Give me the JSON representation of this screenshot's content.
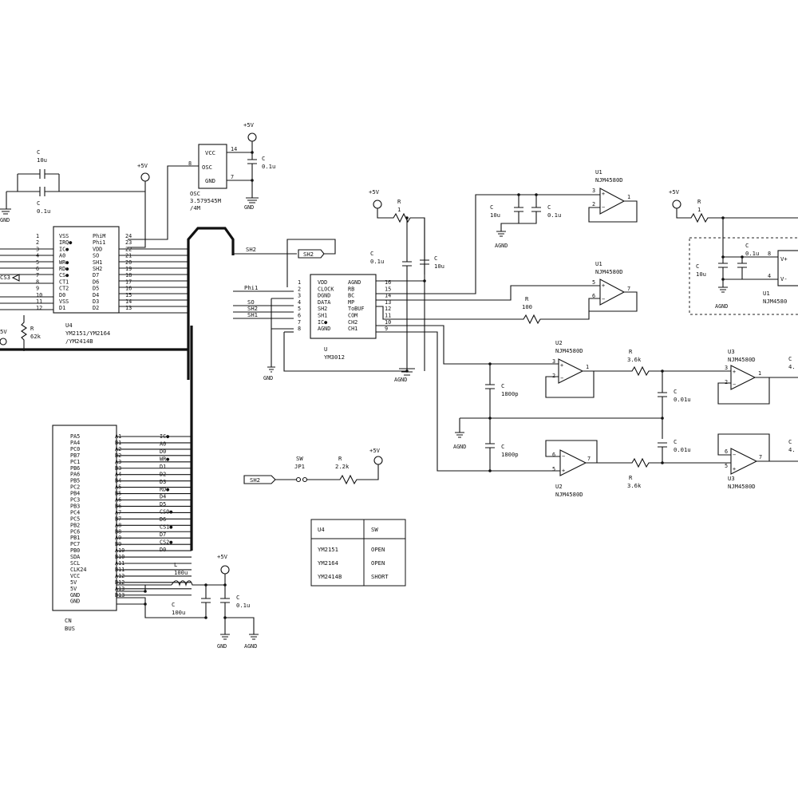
{
  "supply": {
    "p5v": "+5V",
    "gnd": "GND",
    "agnd": "AGND"
  },
  "osc": {
    "pins": [
      "VCC",
      "OSC",
      "GND"
    ],
    "pin_nums": [
      "14",
      "8",
      "7"
    ],
    "name": "OSC",
    "value_line1": "3.579545M",
    "value_line2": "/4M",
    "cap_ref": "C",
    "cap_val": "0.1u"
  },
  "caps_top_left": {
    "c1_ref": "C",
    "c1_val": "10u",
    "c2_ref": "C",
    "c2_val": "0.1u"
  },
  "u4": {
    "ref": "U4",
    "part_line1": "YM2151/YM2164",
    "part_line2": "/YM2414B",
    "left_pins": [
      "VSS",
      "IRQ●",
      "IC●",
      "A0",
      "WR●",
      "RD●",
      "CS●",
      "CT1",
      "CT2",
      "D0",
      "VSS",
      "D1"
    ],
    "left_nums": [
      "1",
      "2",
      "3",
      "4",
      "5",
      "6",
      "7",
      "8",
      "9",
      "10",
      "11",
      "12"
    ],
    "right_pins": [
      "PhiM",
      "Phi1",
      "VDD",
      "SO",
      "SH1",
      "SH2",
      "D7",
      "D6",
      "D5",
      "D4",
      "D3",
      "D2"
    ],
    "right_nums": [
      "24",
      "23",
      "22",
      "21",
      "20",
      "19",
      "18",
      "17",
      "16",
      "15",
      "14",
      "13"
    ],
    "res_ref": "R",
    "res_val": "62k",
    "cs_label": "CS3",
    "v5": "5V"
  },
  "net_labels": {
    "sh2": "SH2",
    "phi1": "Phi1",
    "so": "SO",
    "sh2b": "SH2",
    "sh1": "SH1"
  },
  "u_dac": {
    "ref": "U",
    "part": "YM3012",
    "left_pins": [
      "VDD",
      "CLOCK",
      "DGND",
      "DATA",
      "SH2",
      "SH1",
      "IC●",
      "AGND"
    ],
    "left_nums": [
      "1",
      "2",
      "3",
      "4",
      "5",
      "6",
      "7",
      "8"
    ],
    "right_pins": [
      "AGND",
      "RB",
      "BC",
      "MP",
      "ToBUF",
      "COM",
      "CH2",
      "CH1"
    ],
    "right_nums": [
      "16",
      "15",
      "14",
      "13",
      "12",
      "11",
      "10",
      "9"
    ]
  },
  "r_top": {
    "ref": "R",
    "val": "1"
  },
  "c_dac": {
    "c1_ref": "C",
    "c1_val": "0.1u",
    "c2_ref": "C",
    "c2_val": "10u"
  },
  "u1a": {
    "ref": "U1",
    "part": "NJM4580D",
    "pin_in_p": "3",
    "pin_in_n": "2",
    "pin_out": "1",
    "c1_ref": "C",
    "c1_val": "10u",
    "c2_ref": "C",
    "c2_val": "0.1u"
  },
  "u1b": {
    "ref": "U1",
    "part": "NJM4580D",
    "pin_in_p": "5",
    "pin_in_n": "6",
    "pin_out": "7",
    "r_ref": "R",
    "r_val": "100"
  },
  "right_block": {
    "r_ref": "R",
    "r_val": "1",
    "c1_ref": "C",
    "c1_val": "10u",
    "c2_ref": "C",
    "c2_val": "0.1u",
    "u_ref": "U1",
    "u_part": "NJM4580",
    "pin8": "8",
    "pin4": "4",
    "vplus": "V+",
    "vminus": "V-"
  },
  "u2a": {
    "ref": "U2",
    "part": "NJM4580D",
    "p_pos": "3",
    "p_neg": "2",
    "p_out": "1",
    "c_ref": "C",
    "c_val": "1800p",
    "r_ref": "R",
    "r_val": "3.6k",
    "c2_ref": "C",
    "c2_val": "0.01u"
  },
  "u2b": {
    "ref": "U2",
    "part": "NJM4580D",
    "p_neg": "6",
    "p_pos": "5",
    "p_out": "7",
    "c_ref": "C",
    "c_val": "1800p",
    "r_ref": "R",
    "r_val": "3.6k",
    "c2_ref": "C",
    "c2_val": "0.01u"
  },
  "u3a": {
    "ref": "U3",
    "part": "NJM4580D",
    "p_pos": "3",
    "p_neg": "2",
    "p_out": "1",
    "c_ref": "C",
    "c_val": "4."
  },
  "u3b": {
    "ref": "U3",
    "part": "NJM4580D",
    "p_neg": "6",
    "p_pos": "5",
    "p_out": "7",
    "c_ref": "C",
    "c_val": "4."
  },
  "jumper": {
    "sw_ref": "SW",
    "jp_ref": "JP1",
    "r_ref": "R",
    "r_val": "2.2k",
    "net": "SH2"
  },
  "cn": {
    "ref": "CN",
    "name": "BUS",
    "left_pins": [
      "PA5",
      "PA4",
      "PC0",
      "PB7",
      "PC1",
      "PB6",
      "PA6",
      "PB5",
      "PC2",
      "PB4",
      "PC3",
      "PB3",
      "PC4",
      "PC5",
      "PB2",
      "PC6",
      "PB1",
      "PC7",
      "PB0",
      "SDA",
      "SCL",
      "CLK24",
      "VCC",
      "5V",
      "5V",
      "GND",
      "GND"
    ],
    "right_pins": [
      "A1",
      "B1",
      "A2",
      "B2",
      "A3",
      "B3",
      "A4",
      "B4",
      "A5",
      "B5",
      "A6",
      "B6",
      "A7",
      "B7",
      "A8",
      "B8",
      "A9",
      "B9",
      "A10",
      "B10",
      "A11",
      "B11",
      "A12",
      "B12",
      "A13",
      "B13"
    ],
    "bus_labels": [
      "IC●",
      "A0",
      "D0",
      "WR●",
      "D1",
      "D2",
      "D3",
      "RD●",
      "D4",
      "D5",
      "CS0●",
      "D6",
      "CS1●",
      "D7",
      "CS2●",
      "D0"
    ],
    "l_ref": "L",
    "l_val": "100u",
    "c1_ref": "C",
    "c1_val": "100u",
    "c2_ref": "C",
    "c2_val": "0.1u"
  },
  "table": {
    "headers": [
      "U4",
      "SW"
    ],
    "rows": [
      [
        "YM2151",
        "OPEN"
      ],
      [
        "YM2164",
        "OPEN"
      ],
      [
        "YM2414B",
        "SHORT"
      ]
    ]
  }
}
